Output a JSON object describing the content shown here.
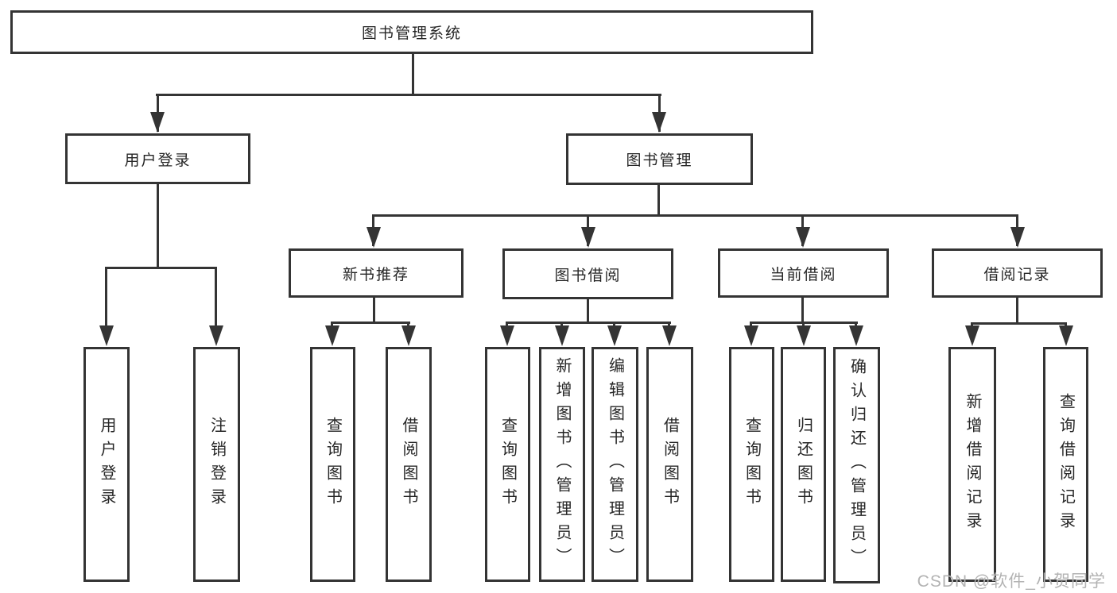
{
  "nodes": {
    "root": "图书管理系统",
    "user_login": "用户登录",
    "book_management": "图书管理",
    "new_book_recommend": "新书推荐",
    "book_borrowing": "图书借阅",
    "current_borrowing": "当前借阅",
    "borrowing_records": "借阅记录",
    "login_user_login": "用户登录",
    "login_logout": "注销登录",
    "rec_query_books": "查询图书",
    "rec_borrow_books": "借阅图书",
    "bb_query_books": "查询图书",
    "bb_add_books_admin": "新增图书（管理员）",
    "bb_edit_books_admin": "编辑图书（管理员）",
    "bb_borrow_books": "借阅图书",
    "cb_query_books": "查询图书",
    "cb_return_books": "归还图书",
    "cb_confirm_return_admin": "确认归还（管理员）",
    "br_add_borrow_record": "新增借阅记录",
    "br_query_borrow_record": "查询借阅记录"
  },
  "hierarchy": {
    "图书管理系统": {
      "用户登录": [
        "用户登录",
        "注销登录"
      ],
      "图书管理": {
        "新书推荐": [
          "查询图书",
          "借阅图书"
        ],
        "图书借阅": [
          "查询图书",
          "新增图书（管理员）",
          "编辑图书（管理员）",
          "借阅图书"
        ],
        "当前借阅": [
          "查询图书",
          "归还图书",
          "确认归还（管理员）"
        ],
        "借阅记录": [
          "新增借阅记录",
          "查询借阅记录"
        ]
      }
    }
  },
  "colors": {
    "border": "#343434",
    "text": "#262626",
    "watermark": "#b3b3b3",
    "background": "#ffffff"
  },
  "watermark": "CSDN @软件_小贺同学"
}
